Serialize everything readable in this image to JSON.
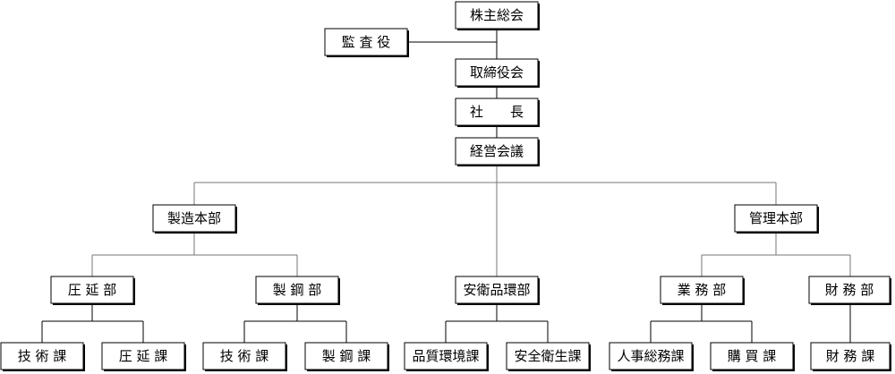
{
  "org": {
    "shareholders": "株主総会",
    "auditor": "監 査 役",
    "board": "取締役会",
    "president": "社　　長",
    "management_meeting": "経営会議",
    "manufacturing_hq": "製造本部",
    "admin_hq": "管理本部",
    "rolling_dept": "圧 延 部",
    "steel_dept": "製 鋼 部",
    "safety_quality_dept": "安衛品環部",
    "operations_dept": "業 務 部",
    "finance_dept": "財 務 部",
    "rolling_tech_section": "技 術 課",
    "rolling_section": "圧 延 課",
    "steel_tech_section": "技 術 課",
    "steel_section": "製 鋼 課",
    "quality_env_section": "品質環境課",
    "safety_health_section": "安全衛生課",
    "hr_general_section": "人事総務課",
    "purchasing_section": "購 買 課",
    "finance_section": "財 務 課"
  }
}
